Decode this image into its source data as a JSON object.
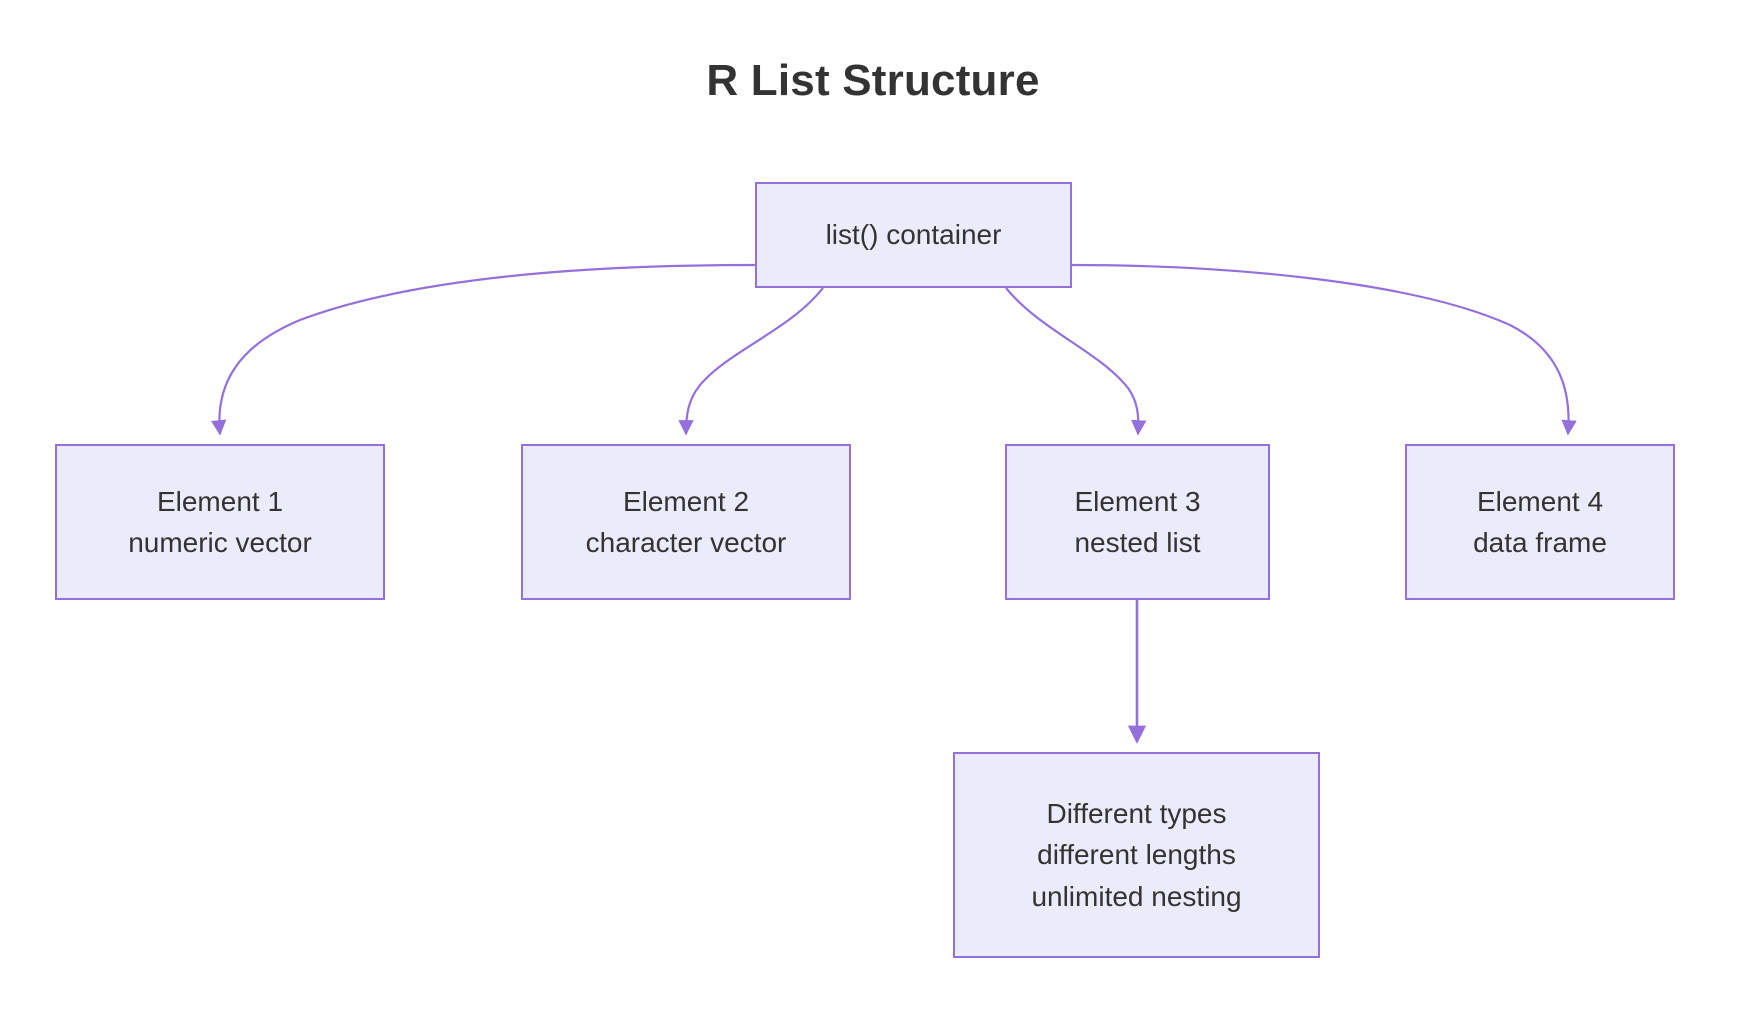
{
  "diagram": {
    "title": "R List Structure",
    "type": "flowchart",
    "direction": "top-down",
    "colors": {
      "node_fill": "#ECEBFC",
      "node_border": "#9370DB",
      "edge_stroke": "#9370DB",
      "text": "#333333",
      "background": "#FFFFFF"
    },
    "nodes": {
      "root": {
        "id": "root",
        "label": "list() container",
        "lines": [
          "list() container"
        ]
      },
      "element1": {
        "id": "element1",
        "lines": [
          "Element 1",
          "numeric vector"
        ],
        "line1": "Element 1",
        "line2": "numeric vector"
      },
      "element2": {
        "id": "element2",
        "lines": [
          "Element 2",
          "character vector"
        ],
        "line1": "Element 2",
        "line2": "character vector"
      },
      "element3": {
        "id": "element3",
        "lines": [
          "Element 3",
          "nested list"
        ],
        "line1": "Element 3",
        "line2": "nested list"
      },
      "element4": {
        "id": "element4",
        "lines": [
          "Element 4",
          "data frame"
        ],
        "line1": "Element 4",
        "line2": "data frame"
      },
      "note": {
        "id": "note",
        "lines": [
          "Different types",
          "different lengths",
          "unlimited nesting"
        ],
        "line1": "Different types",
        "line2": "different lengths",
        "line3": "unlimited nesting"
      }
    },
    "edges": [
      {
        "from": "root",
        "to": "element1",
        "style": "curved",
        "arrow": "arrowhead"
      },
      {
        "from": "root",
        "to": "element2",
        "style": "curved",
        "arrow": "arrowhead"
      },
      {
        "from": "root",
        "to": "element3",
        "style": "curved",
        "arrow": "arrowhead"
      },
      {
        "from": "root",
        "to": "element4",
        "style": "curved",
        "arrow": "arrowhead"
      },
      {
        "from": "element3",
        "to": "note",
        "style": "straight",
        "arrow": "arrowhead"
      }
    ]
  }
}
